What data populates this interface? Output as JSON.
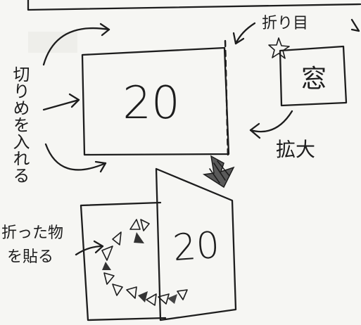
{
  "labels": {
    "fold_line": "折り目",
    "cut_instruction": "切りめを入れる",
    "enlarge": "拡大",
    "paste_instruction": "折った物を貼る",
    "number_main": "20",
    "number_popup": "20",
    "window_label": "窓"
  },
  "icons": [
    "star-icon",
    "arrow-icon",
    "down-arrow-icon"
  ]
}
